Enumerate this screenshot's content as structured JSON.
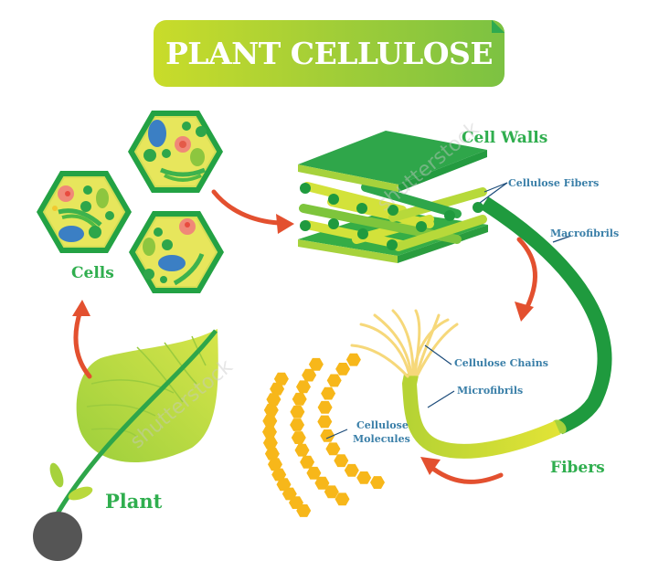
{
  "title": "PLANT CELLULOSE",
  "labels": {
    "cells": "Cells",
    "cell_walls": "Cell Walls",
    "cellulose_fibers": "Cellulose Fibers",
    "macrofibrils": "Macrofibrils",
    "cellulose_chains": "Cellulose Chains",
    "microfibrils": "Microfibrils",
    "cellulose_molecules_line1": "Cellulose",
    "cellulose_molecules_line2": "Molecules",
    "fibers": "Fibers",
    "plant": "Plant"
  },
  "watermark": "shutterstock",
  "colors": {
    "dark_green": "#23a244",
    "mid_green": "#5cbf3a",
    "light_green": "#c7dd3a",
    "yellow": "#f7c21c",
    "arrow_red": "#e3502f",
    "label_green": "#2fae4e",
    "label_blue": "#3a7fa8"
  }
}
